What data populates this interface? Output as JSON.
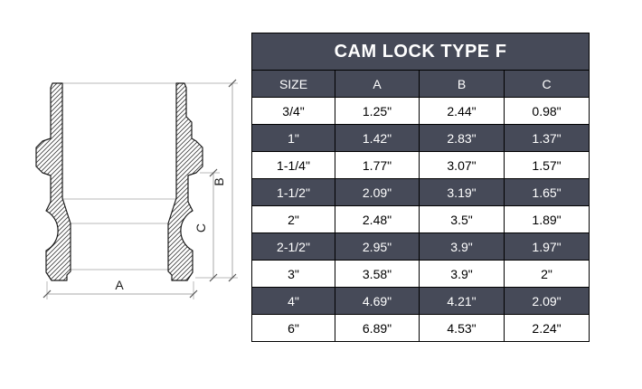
{
  "table": {
    "title": "CAM LOCK TYPE F",
    "columns": [
      "SIZE",
      "A",
      "B",
      "C"
    ],
    "rows": [
      {
        "size": "3/4\"",
        "a": "1.25\"",
        "b": "2.44\"",
        "c": "0.98\""
      },
      {
        "size": "1\"",
        "a": "1.42\"",
        "b": "2.83\"",
        "c": "1.37\""
      },
      {
        "size": "1-1/4\"",
        "a": "1.77\"",
        "b": "3.07\"",
        "c": "1.57\""
      },
      {
        "size": "1-1/2\"",
        "a": "2.09\"",
        "b": "3.19\"",
        "c": "1.65\""
      },
      {
        "size": "2\"",
        "a": "2.48\"",
        "b": "3.5\"",
        "c": "1.89\""
      },
      {
        "size": "2-1/2\"",
        "a": "2.95\"",
        "b": "3.9\"",
        "c": "1.97\""
      },
      {
        "size": "3\"",
        "a": "3.58\"",
        "b": "3.9\"",
        "c": "2\""
      },
      {
        "size": "4\"",
        "a": "4.69\"",
        "b": "4.21\"",
        "c": "2.09\""
      },
      {
        "size": "6\"",
        "a": "6.89\"",
        "b": "4.53\"",
        "c": "2.24\""
      }
    ],
    "colors": {
      "header_bg": "#464a58",
      "header_text": "#ffffff",
      "shaded_row_bg": "#464a58",
      "shaded_row_text": "#ffffff",
      "plain_row_bg": "#ffffff",
      "plain_row_text": "#000000",
      "border": "#000000"
    }
  },
  "diagram": {
    "description": "cross-section of cam lock type F fitting",
    "dimension_labels": {
      "a": "A",
      "b": "B",
      "c": "C"
    }
  }
}
